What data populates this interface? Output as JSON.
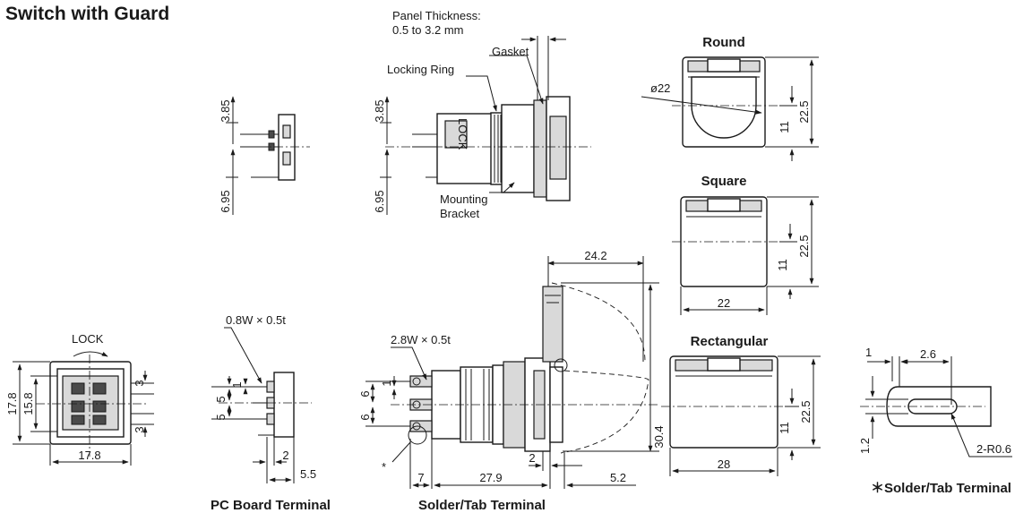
{
  "title": "Switch with Guard",
  "callouts": {
    "panel_thickness_line1": "Panel Thickness:",
    "panel_thickness_line2": "0.5 to 3.2 mm",
    "gasket": "Gasket",
    "locking_ring": "Locking Ring",
    "mounting_line1": "Mounting",
    "mounting_line2": "Bracket",
    "lock_label": "LOCK",
    "lock_mark": "LOCK",
    "pc_terminal_size": "0.8W × 0.5t",
    "solder_terminal_size": "2.8W × 0.5t",
    "asterisk": "*"
  },
  "views": {
    "round": "Round",
    "square": "Square",
    "rectangular": "Rectangular",
    "pc_board": "PC Board Terminal",
    "solder_tab": "Solder/Tab Terminal",
    "solder_tab_note": "＊Solder/Tab Terminal"
  },
  "dimensions": {
    "d_3_85_a": "3.85",
    "d_6_95_a": "6.95",
    "d_3_85_b": "3.85",
    "d_6_95_b": "6.95",
    "phi22": "ø22",
    "d_11_round": "11",
    "d_22_5_round": "22.5",
    "d_11_square": "11",
    "d_22_5_square": "22.5",
    "d_22_square": "22",
    "d_24_2": "24.2",
    "d_30_4": "30.4",
    "d_11_rect": "11",
    "d_22_5_rect": "22.5",
    "d_28": "28",
    "d_17_8_v": "17.8",
    "d_15_8": "15.8",
    "d_3_top": "3",
    "d_3_bot": "3",
    "d_17_8_h": "17.8",
    "d_1_pc": "1",
    "d_5_a": "5",
    "d_5_b": "5",
    "d_2_pc": "2",
    "d_5_5": "5.5",
    "d_1_st": "1",
    "d_6_a": "6",
    "d_6_b": "6",
    "d_7": "7",
    "d_27_9": "27.9",
    "d_2_st": "2",
    "d_5_2": "5.2",
    "d_1_tab": "1",
    "d_2_6": "2.6",
    "d_1_2": "1.2",
    "d_2_r0_6": "2-R0.6"
  }
}
